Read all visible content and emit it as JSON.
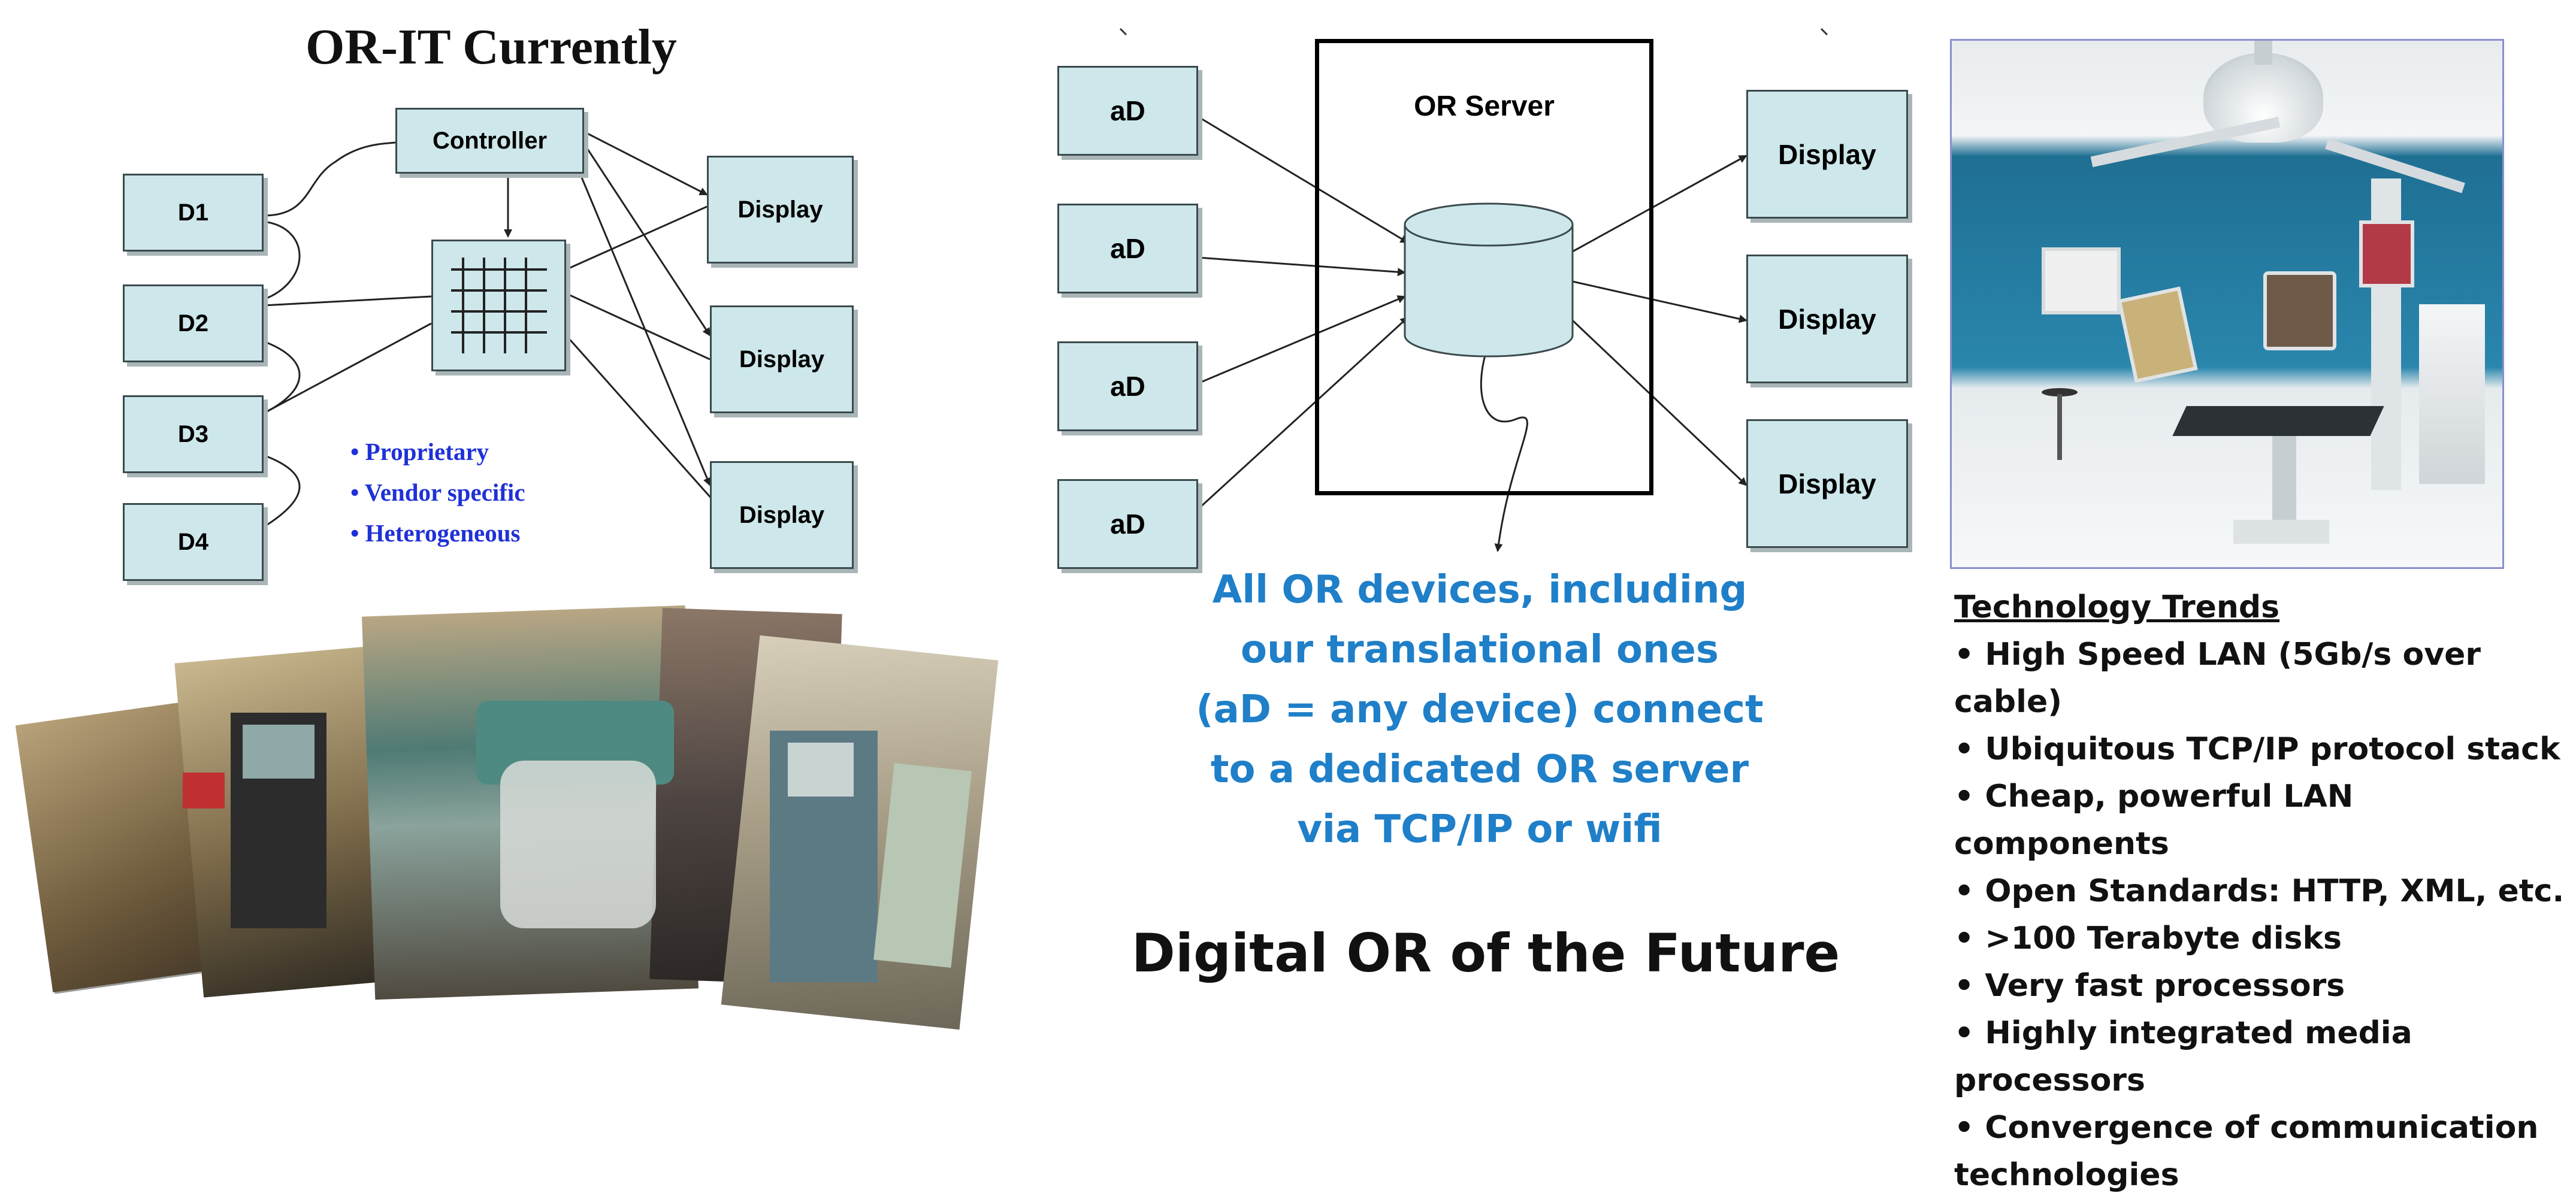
{
  "left": {
    "title": "OR-IT Currently",
    "controller": "Controller",
    "devices": [
      "D1",
      "D2",
      "D3",
      "D4"
    ],
    "displays": [
      "Display",
      "Display",
      "Display"
    ],
    "bullets": [
      "Proprietary",
      "Vendor specific",
      "Heterogeneous"
    ],
    "photo_alt": "operating-room-panorama"
  },
  "middle": {
    "server_label": "OR Server",
    "devices": [
      "aD",
      "aD",
      "aD",
      "aD"
    ],
    "displays": [
      "Display",
      "Display",
      "Display"
    ],
    "caption_lines": [
      "All OR devices, including",
      "our translational ones",
      "(aD = any device) connect",
      "to a dedicated OR server",
      "via TCP/IP or wifi"
    ],
    "footer_title": "Digital OR of the Future"
  },
  "right": {
    "photo_alt": "digital-operating-room-render",
    "trends_heading": "Technology Trends",
    "trends": [
      "High Speed LAN (5Gb/s over cable)",
      "Ubiquitous TCP/IP protocol stack",
      "Cheap, powerful LAN components",
      "Open Standards: HTTP, XML, etc.",
      ">100 Terabyte disks",
      "Very fast processors",
      "Highly integrated media processors",
      "Convergence of communication",
      "technologies"
    ]
  },
  "colors": {
    "box_fill": "#cde7ea",
    "bullet_blue": "#1f31d6",
    "caption_blue": "#1f7fc8",
    "room_wall": "#1f6f93"
  }
}
